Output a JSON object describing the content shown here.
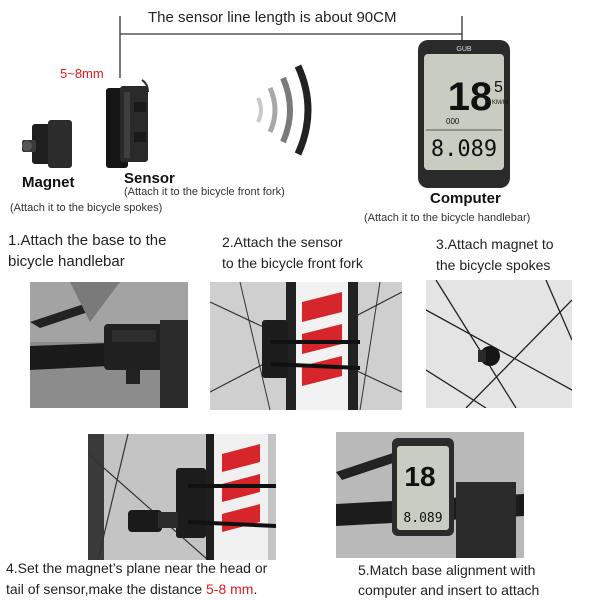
{
  "header": {
    "sensor_line_text": "The sensor line length is about 90CM",
    "distance_label": "5~8mm"
  },
  "components": {
    "magnet": {
      "title": "Magnet",
      "note": "(Attach it to the bicycle spokes)"
    },
    "sensor": {
      "title": "Sensor",
      "note": "(Attach it to the bicycle front fork)"
    },
    "computer": {
      "title": "Computer",
      "note": "(Attach it to the bicycle handlebar)",
      "brand": "GUB",
      "display": {
        "speed_big": "18",
        "speed_small": "5",
        "unit": "KM/Hr",
        "aux": "000",
        "odo": "8.089"
      }
    }
  },
  "steps": [
    {
      "line1": "1.Attach the base to the",
      "line2": "bicycle handlebar"
    },
    {
      "line1": "2.Attach the  sensor",
      "line2": "to the bicycle front fork"
    },
    {
      "line1": "3.Attach magnet to",
      "line2": "the bicycle spokes"
    },
    {
      "line1": "4.Set the magnet’s plane near the head or",
      "line2_prefix": "tail of sensor,make the distance ",
      "line2_highlight": "5-8 mm",
      "line2_suffix": "."
    },
    {
      "line1": "5.Match base alignment with",
      "line2": "computer and insert to attach"
    }
  ],
  "colors": {
    "accent_red": "#e01a1a",
    "device_body": "#2b2b2b",
    "lcd": "#c9ccc0"
  }
}
